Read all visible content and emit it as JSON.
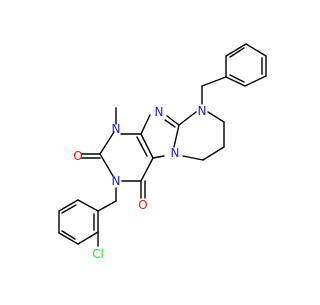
{
  "diagram": {
    "type": "chemical-structure",
    "colors": {
      "carbon_bond": "#000000",
      "nitrogen": "#1a1aff",
      "oxygen": "#ff0d0d",
      "chlorine": "#1ff01f"
    },
    "atom_labels": {
      "n1": "N",
      "n3": "N",
      "n7": "N",
      "n9": "N",
      "n10": "N",
      "o2": "O",
      "o4": "O",
      "cl": "Cl",
      "methyl": "CH3"
    }
  }
}
